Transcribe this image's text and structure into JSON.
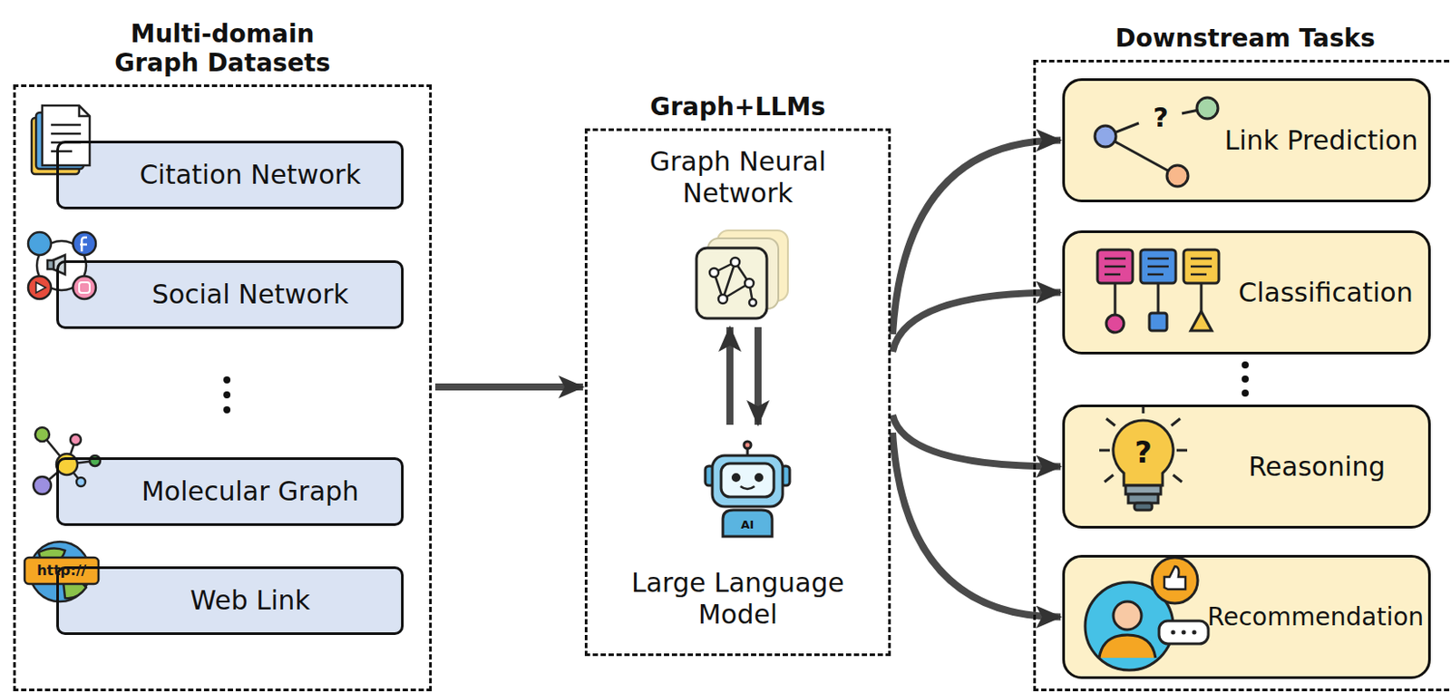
{
  "diagram": {
    "nodes": [
      {
        "text": [
          "Multi-domain Graph Datasets"
        ]
      },
      {
        "text": [
          "Citation Network"
        ],
        "in": 0
      },
      {
        "text": [
          "Social Network"
        ],
        "in": 0
      },
      {
        "text": [
          "Molecular Graph"
        ],
        "in": 0
      },
      {
        "text": [
          "Web Link"
        ],
        "in": 0
      },
      {
        "text": [
          "Graph+LLMs"
        ]
      },
      {
        "text": [
          "Graph Neural Network"
        ],
        "in": 5
      },
      {
        "text": [
          "Large Language Model"
        ],
        "in": 5
      },
      {
        "text": [
          "Downstream Tasks"
        ]
      },
      {
        "text": [
          "Link Prediction"
        ],
        "in": 8
      },
      {
        "text": [
          "Classification"
        ],
        "in": 8
      },
      {
        "text": [
          "Reasoning"
        ],
        "in": 8
      },
      {
        "text": [
          "Recommendation"
        ],
        "in": 8
      }
    ],
    "edges": [
      {
        "from": 0,
        "to": 5,
        "arrow": "to"
      },
      {
        "from": 6,
        "to": 7,
        "arrow": "to"
      },
      {
        "from": 7,
        "to": 6,
        "arrow": "to"
      },
      {
        "from": 5,
        "to": 9,
        "arrow": "to"
      },
      {
        "from": 5,
        "to": 10,
        "arrow": "to"
      },
      {
        "from": 5,
        "to": 11,
        "arrow": "to"
      },
      {
        "from": 5,
        "to": 12,
        "arrow": "to"
      }
    ],
    "labels": [
      "http://",
      "AI",
      "?",
      "?"
    ]
  }
}
